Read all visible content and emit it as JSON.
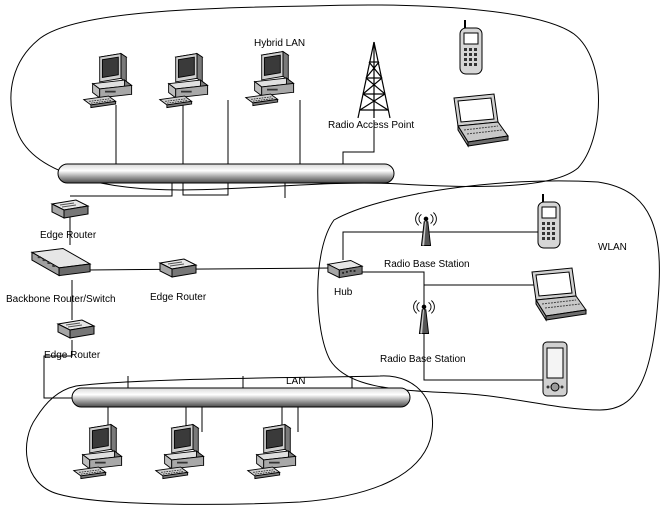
{
  "labels": {
    "hybrid_lan": "Hybrid LAN",
    "radio_access_point": "Radio Access Point",
    "edge_router_top": "Edge Router",
    "edge_router_middle": "Edge Router",
    "edge_router_bottom": "Edge Router",
    "backbone": "Backbone Router/Switch",
    "hub": "Hub",
    "radio_base_station_1": "Radio Base Station",
    "radio_base_station_2": "Radio Base Station",
    "wlan": "WLAN",
    "lan": "LAN"
  },
  "icons": {
    "desktop": "desktop-computer-icon",
    "laptop": "laptop-icon",
    "phone": "mobile-phone-icon",
    "pda": "pda-icon",
    "router": "router-icon",
    "switch": "switch-icon",
    "hub": "hub-icon",
    "tower": "radio-tower-icon",
    "base_station": "base-station-icon"
  }
}
